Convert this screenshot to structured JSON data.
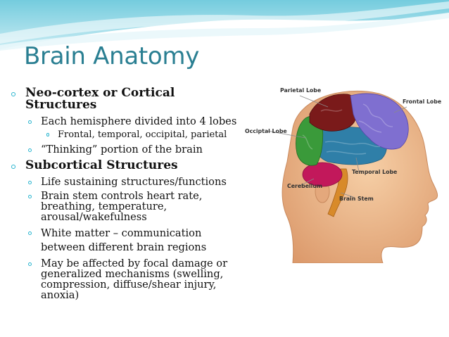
{
  "slide": {
    "title": "Brain Anatomy",
    "sections": [
      {
        "heading_line1": "Neo-cortex or Cortical",
        "heading_line2": "Structures",
        "items": [
          {
            "text": "Each hemisphere divided into 4 lobes",
            "sub": "Frontal, temporal, occipital, parietal"
          },
          {
            "text": "“Thinking” portion of the brain"
          }
        ]
      },
      {
        "heading": "Subcortical Structures",
        "items": [
          {
            "text": "Life sustaining structures/functions"
          },
          {
            "lines": [
              "Brain stem controls heart rate,",
              "breathing, temperature,",
              "arousal/wakefulness"
            ]
          },
          {
            "lines": [
              "White matter – communication",
              "between different brain regions"
            ]
          },
          {
            "lines": [
              "May be affected by focal damage or",
              "generalized mechanisms (swelling,",
              "compression, diffuse/shear injury,",
              "anoxia)"
            ]
          }
        ]
      }
    ]
  },
  "diagram": {
    "labels": {
      "parietal": "Parietal Lobe",
      "frontal": "Frontal Lobe",
      "occipital": "Occiptal Lobe",
      "temporal": "Temporal Lobe",
      "cerebellum": "Cerebellum",
      "brainstem": "Brain Stem"
    },
    "colors": {
      "title": "#2a7f92",
      "bullet": "#2ab5cf",
      "parietal": "#7a1a1a",
      "frontal": "#7f6fd0",
      "occipital": "#3a9a3a",
      "temporal": "#2f7fa8",
      "cerebellum": "#c2185b",
      "brainstem": "#d88a2a",
      "skin": "#f0b88a"
    }
  }
}
